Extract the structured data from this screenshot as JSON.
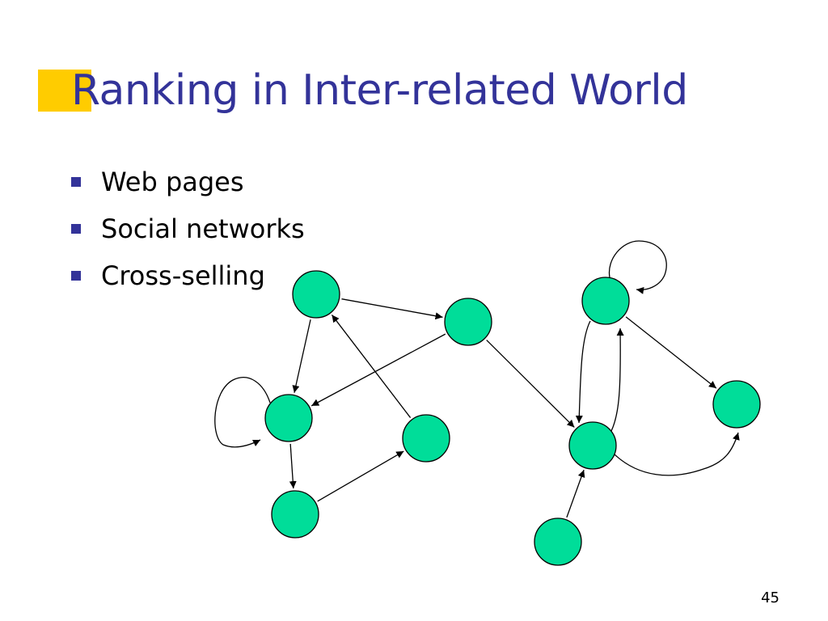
{
  "slide": {
    "title": "Ranking in Inter-related World",
    "bullets": [
      "Web pages",
      "Social networks",
      "Cross-selling"
    ],
    "page_number": "45"
  },
  "colors": {
    "title": "#333399",
    "accent": "#ffcc00",
    "bullet": "#333399",
    "node_fill": "#00dd99",
    "stroke": "#000000"
  },
  "graph": {
    "nodes": [
      "a",
      "b",
      "c",
      "d",
      "e",
      "f",
      "g",
      "h",
      "i"
    ],
    "edges": [
      {
        "from": "a",
        "to": "b"
      },
      {
        "from": "a",
        "to": "c"
      },
      {
        "from": "b",
        "to": "c"
      },
      {
        "from": "c",
        "to": "c"
      },
      {
        "from": "c",
        "to": "e"
      },
      {
        "from": "e",
        "to": "d"
      },
      {
        "from": "d",
        "to": "a"
      },
      {
        "from": "b",
        "to": "f"
      },
      {
        "from": "g",
        "to": "g"
      },
      {
        "from": "g",
        "to": "f"
      },
      {
        "from": "f",
        "to": "g"
      },
      {
        "from": "g",
        "to": "h"
      },
      {
        "from": "f",
        "to": "h"
      },
      {
        "from": "i",
        "to": "f"
      }
    ]
  }
}
